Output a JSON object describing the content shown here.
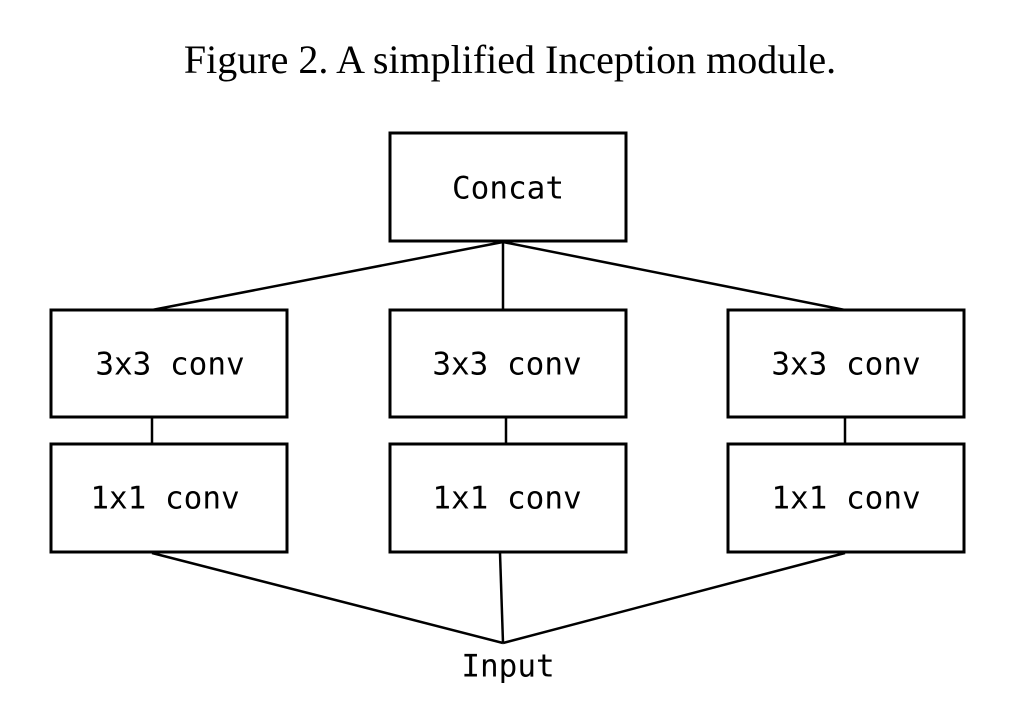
{
  "caption": "Figure 2. A simplified Inception module.",
  "nodes": {
    "concat": "Concat",
    "branches": [
      {
        "top": "3x3 conv",
        "bottom": "1x1 conv"
      },
      {
        "top": "3x3 conv",
        "bottom": "1x1 conv"
      },
      {
        "top": "3x3 conv",
        "bottom": "1x1 conv"
      }
    ],
    "input": "Input"
  }
}
